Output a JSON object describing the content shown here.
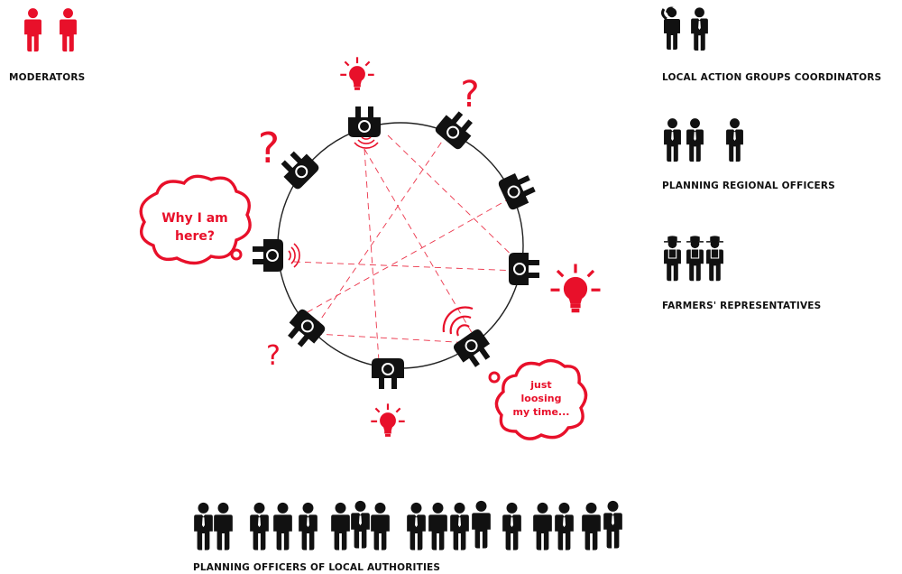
{
  "colors": {
    "accent": "#e8102a",
    "ink": "#111111",
    "line": "#333333"
  },
  "legend": {
    "moderators": "MODERATORS",
    "lag_coordinators": "LOCAL ACTION GROUPS COORDINATORS",
    "planning_regional_officers": "PLANNING REGIONAL OFFICERS",
    "farmers_representatives": "FARMERS' REPRESENTATIVES",
    "planning_officers_local": "PLANNING OFFICERS OF LOCAL AUTHORITIES"
  },
  "bubbles": {
    "why": [
      "Why I am",
      "here?"
    ],
    "losing": [
      "just",
      "loosing",
      "my time..."
    ]
  },
  "symbols": {
    "question": "?"
  }
}
